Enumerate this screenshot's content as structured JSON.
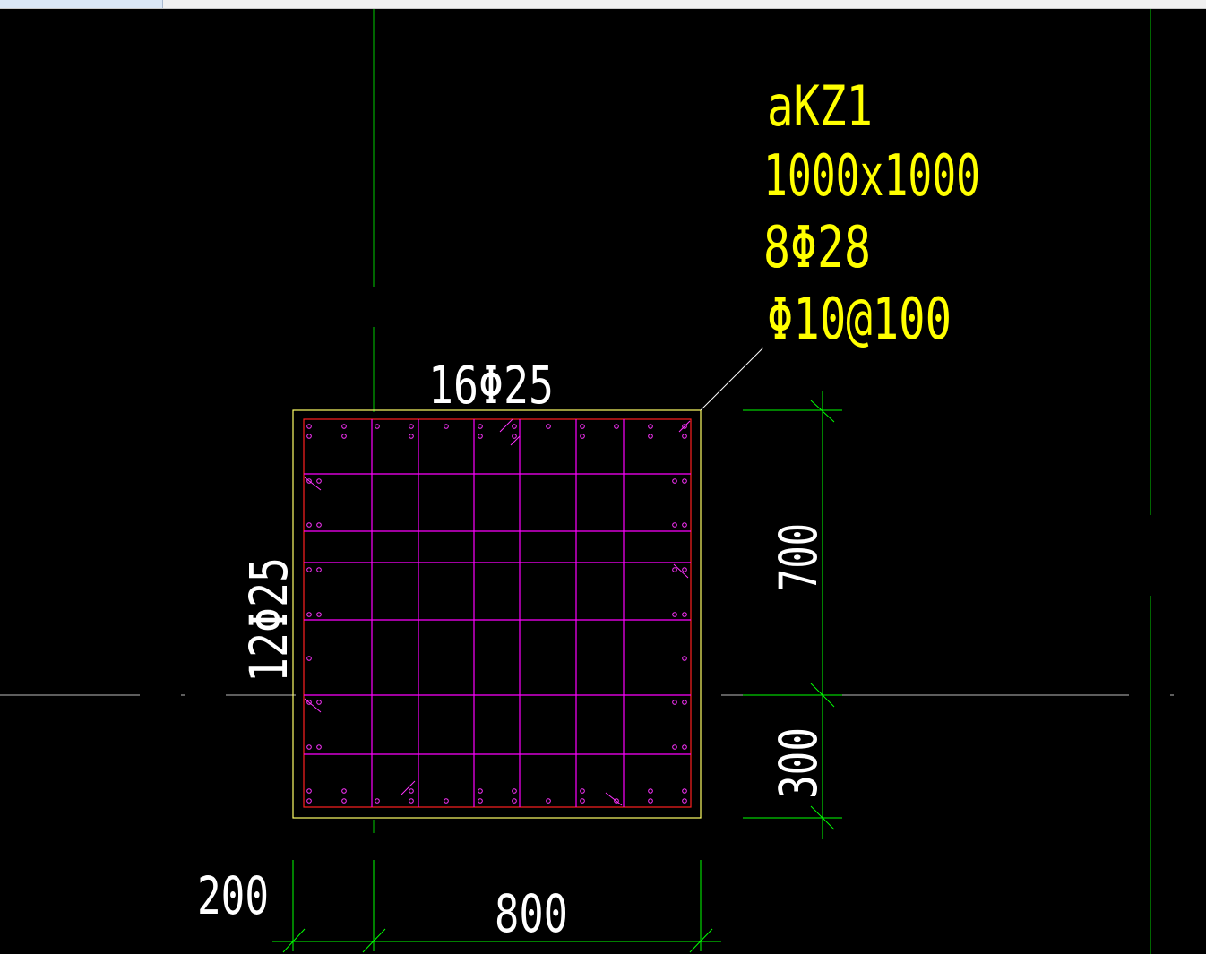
{
  "window": {
    "tab": ""
  },
  "column": {
    "name": "aKZ1",
    "size": "1000x1000",
    "corner_bars": "8Φ28",
    "stirrups": "Φ10@100",
    "top_bars": "16Φ25",
    "side_bars": "12Φ25"
  },
  "dimensions": {
    "right_upper": "700",
    "right_lower": "300",
    "bottom_left": "200",
    "bottom_main": "800"
  },
  "colors": {
    "background": "#000000",
    "axis": "#00cc00",
    "dimension": "#00ff00",
    "outline": "#ffff66",
    "rebar_outline": "#ff2020",
    "stirrup": "#ff00ff",
    "label": "#ffff00",
    "text": "#ffffff"
  }
}
